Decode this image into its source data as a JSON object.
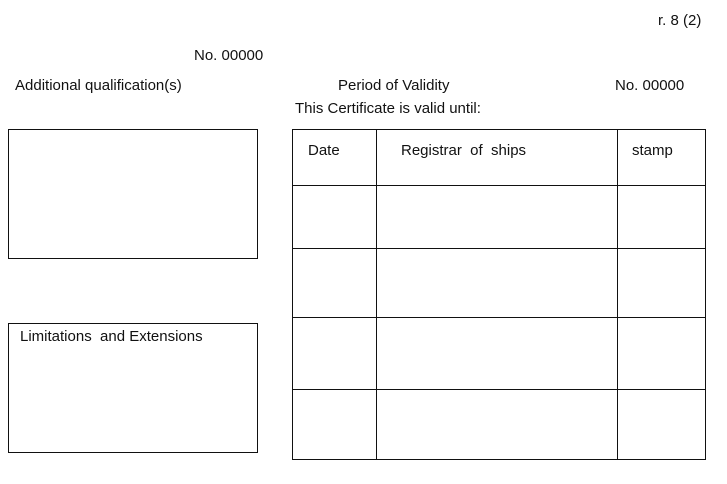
{
  "header": {
    "rule_ref": "r. 8 (2)",
    "certificate_number_top": "No. 00000",
    "additional_qualifications_label": "Additional qualification(s)",
    "period_of_validity_label": "Period of Validity",
    "certificate_number_right": "No. 00000",
    "valid_until_label": "This Certificate is valid until:"
  },
  "limitations_box": {
    "label": "Limitations  and Extensions"
  },
  "validity_table": {
    "columns": [
      "Date",
      "Registrar  of  ships",
      "stamp"
    ],
    "rows": [
      [
        "",
        "",
        ""
      ],
      [
        "",
        "",
        ""
      ],
      [
        "",
        "",
        ""
      ],
      [
        "",
        "",
        ""
      ]
    ]
  }
}
